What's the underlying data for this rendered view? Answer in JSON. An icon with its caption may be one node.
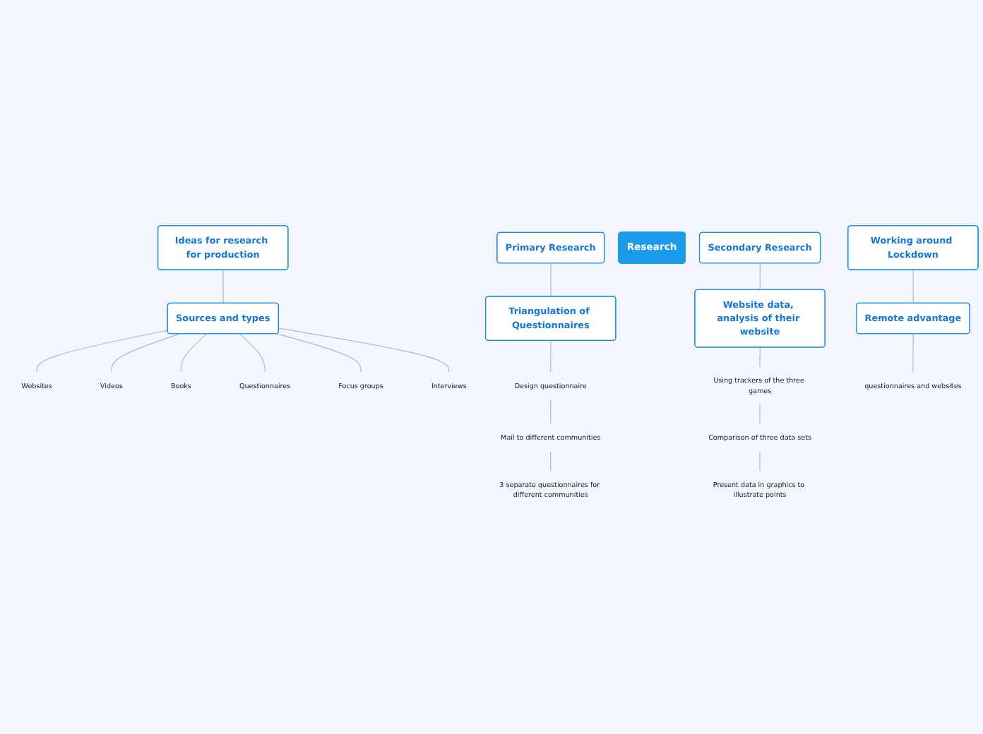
{
  "diagram": {
    "nodes": [
      {
        "text": [
          "Ideas for research for production"
        ]
      },
      {
        "text": [
          "Sources and types"
        ]
      },
      {
        "text": [
          "Websites"
        ]
      },
      {
        "text": [
          "Videos"
        ]
      },
      {
        "text": [
          "Books"
        ]
      },
      {
        "text": [
          "Questionnaires"
        ]
      },
      {
        "text": [
          "Focus groups"
        ]
      },
      {
        "text": [
          "Interviews"
        ]
      },
      {
        "text": [
          "Primary Research"
        ]
      },
      {
        "text": [
          "Triangulation of Questionnaires"
        ]
      },
      {
        "text": [
          "Design questionnaire"
        ]
      },
      {
        "text": [
          "Mail to different communities"
        ]
      },
      {
        "text": [
          "3 separate questionnaires for different communities"
        ]
      },
      {
        "text": [
          "Research"
        ]
      },
      {
        "text": [
          "Secondary Research"
        ]
      },
      {
        "text": [
          "Website data, analysis of their website"
        ]
      },
      {
        "text": [
          "Using trackers of the three games"
        ]
      },
      {
        "text": [
          "Comparison of three data sets"
        ]
      },
      {
        "text": [
          "Present data in graphics to illustrate points"
        ]
      },
      {
        "text": [
          "Working around Lockdown"
        ]
      },
      {
        "text": [
          "Remote advantage"
        ]
      },
      {
        "text": [
          "questionnaires and websites"
        ]
      }
    ],
    "edges": [
      {
        "from": 0,
        "to": 1,
        "arrow": "none"
      },
      {
        "from": 1,
        "to": 2,
        "arrow": "none"
      },
      {
        "from": 1,
        "to": 3,
        "arrow": "none"
      },
      {
        "from": 1,
        "to": 4,
        "arrow": "none"
      },
      {
        "from": 1,
        "to": 5,
        "arrow": "none"
      },
      {
        "from": 1,
        "to": 6,
        "arrow": "none"
      },
      {
        "from": 1,
        "to": 7,
        "arrow": "none"
      },
      {
        "from": 8,
        "to": 9,
        "arrow": "none"
      },
      {
        "from": 9,
        "to": 10,
        "arrow": "none"
      },
      {
        "from": 10,
        "to": 11,
        "arrow": "none"
      },
      {
        "from": 11,
        "to": 12,
        "arrow": "none"
      },
      {
        "from": 14,
        "to": 15,
        "arrow": "none"
      },
      {
        "from": 15,
        "to": 16,
        "arrow": "none"
      },
      {
        "from": 16,
        "to": 17,
        "arrow": "none"
      },
      {
        "from": 17,
        "to": 18,
        "arrow": "none"
      },
      {
        "from": 19,
        "to": 20,
        "arrow": "none"
      },
      {
        "from": 20,
        "to": 21,
        "arrow": "none"
      }
    ]
  }
}
